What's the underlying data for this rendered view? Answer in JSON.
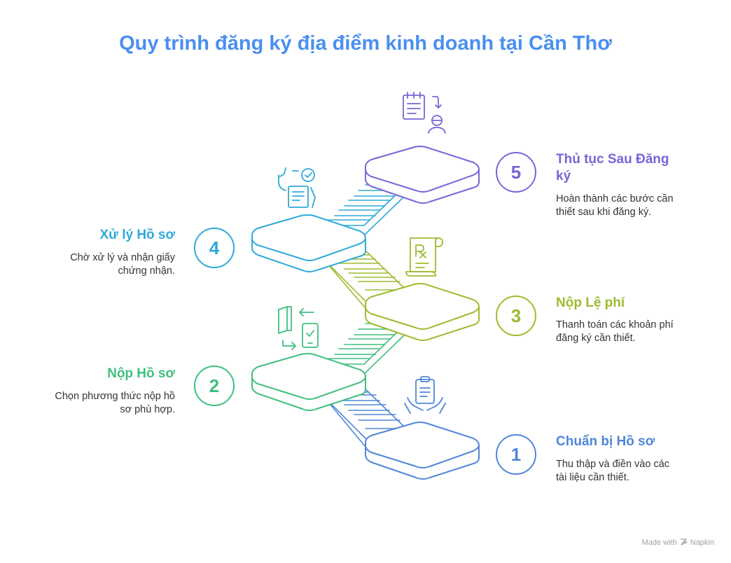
{
  "title": "Quy trình đăng ký địa điểm kinh doanh tại Cần Thơ",
  "colors": {
    "title": "#4a8ff0",
    "step1": "#4f86d8",
    "step2": "#3fbf7f",
    "step3": "#9cbc2e",
    "step4": "#2fa9d9",
    "step5": "#7a64d8"
  },
  "steps": [
    {
      "number": "1",
      "title": "Chuẩn bị Hồ sơ",
      "description_line1": "Thu thập và điền vào các",
      "description_line2": "tài liệu cần thiết.",
      "icon": "clipboard-hands-icon"
    },
    {
      "number": "2",
      "title": "Nộp Hồ sơ",
      "description_line1": "Chọn phương thức nộp hồ",
      "description_line2": "sơ phù hợp.",
      "icon": "document-transfer-phone-icon"
    },
    {
      "number": "3",
      "title": "Nộp Lệ phí",
      "description_line1": "Thanh toán các khoản phí",
      "description_line2": "đăng ký cần thiết.",
      "icon": "receipt-rx-icon"
    },
    {
      "number": "4",
      "title": "Xử lý Hồ sơ",
      "description_line1": "Chờ xử lý và nhận giấy",
      "description_line2": "chứng nhận.",
      "icon": "checklist-approval-icon"
    },
    {
      "number": "5",
      "title_line1": "Thủ tục Sau Đăng",
      "title_line2": "ký",
      "description_line1": "Hoàn thành các bước cần",
      "description_line2": "thiết sau khi đăng ký.",
      "icon": "notepad-person-icon"
    }
  ],
  "footer": {
    "text": "Made with",
    "brand": "Napkin"
  }
}
